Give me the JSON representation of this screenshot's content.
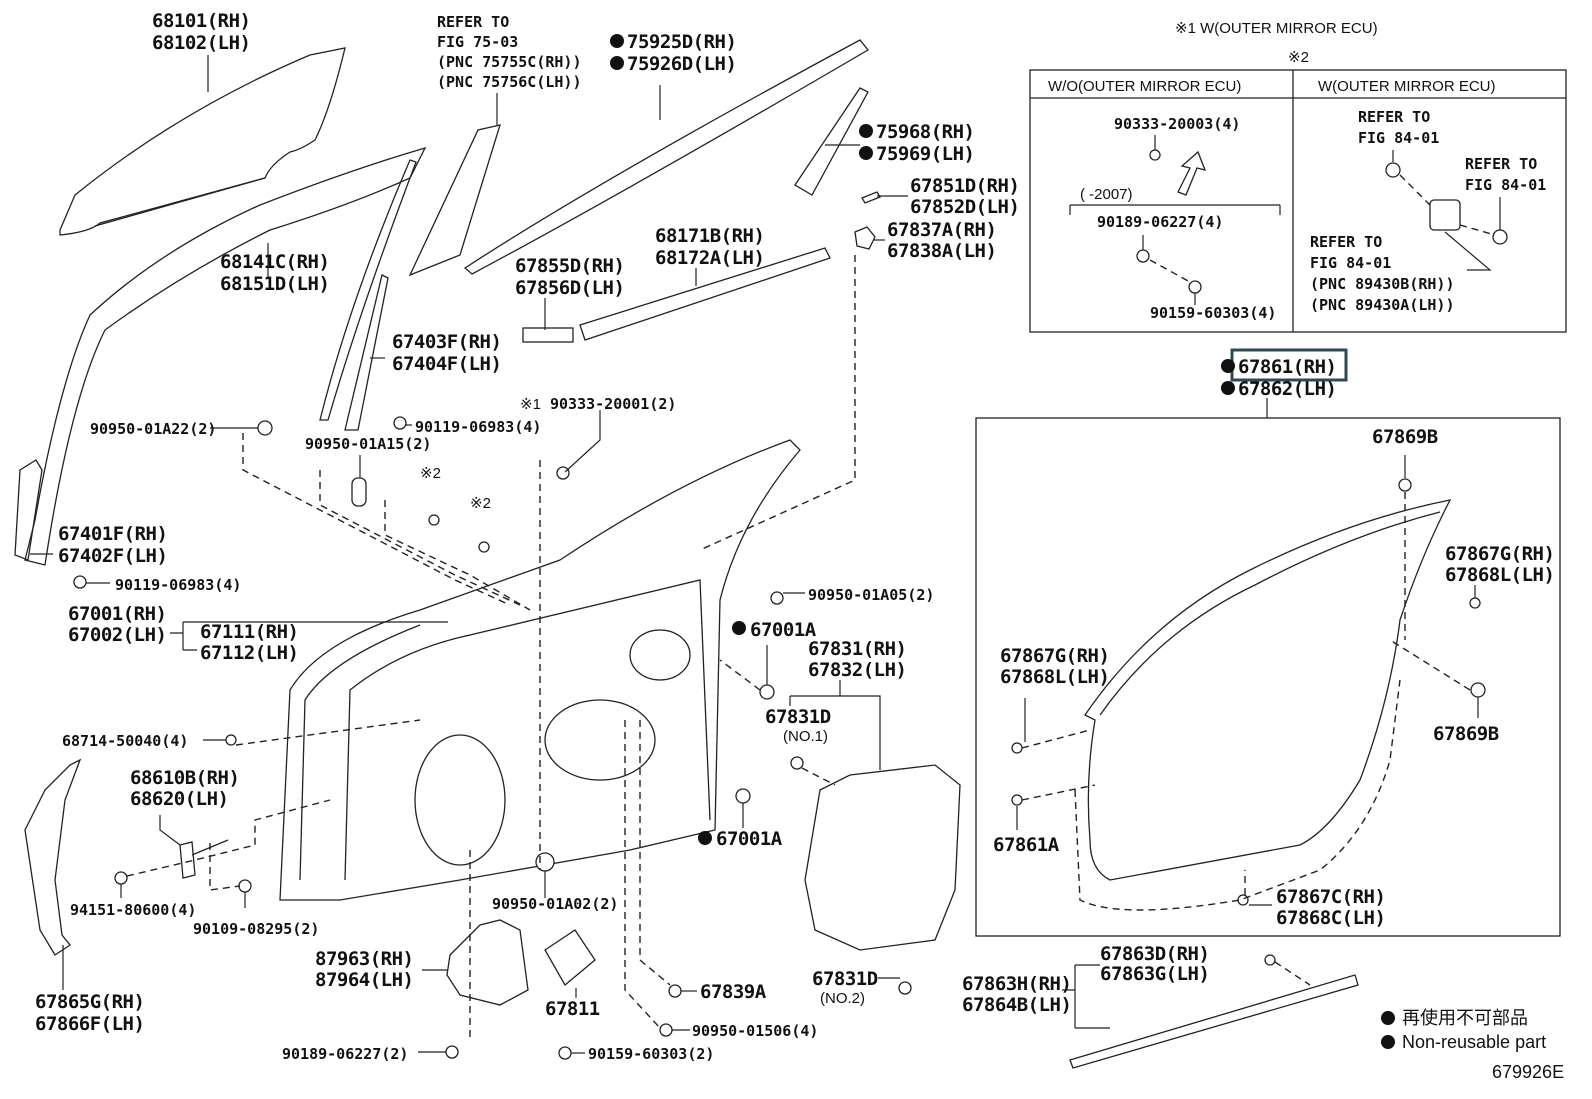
{
  "diagram": {
    "figure_id": "679926E",
    "legend": {
      "jp": "再使用不可部品",
      "en": "Non-reusable part",
      "marker": "filled-circle"
    },
    "notes": {
      "note1": "※1  W(OUTER MIRROR ECU)",
      "note2": "※2",
      "mark1": "※1",
      "mark2a": "※2",
      "mark2b": "※2"
    },
    "inset_table": {
      "col_left_header": "W/O(OUTER MIRROR ECU)",
      "col_right_header": "W(OUTER MIRROR ECU)",
      "left": {
        "p1": "90333-20003(4)",
        "date_range": "(      -2007)",
        "p2": "90189-06227(4)",
        "p3": "90159-60303(4)"
      },
      "right": {
        "ref1_a": "REFER TO",
        "ref1_b": "FIG 84-01",
        "ref2_a": "REFER TO",
        "ref2_b": "FIG 84-01",
        "ref3_a": "REFER TO",
        "ref3_b": "FIG 84-01",
        "ref3_c": "(PNC 89430B(RH))",
        "ref3_d": "(PNC 89430A(LH))"
      }
    },
    "callouts": {
      "p68101": "68101(RH)",
      "p68102": "68102(LH)",
      "ref7503_a": "REFER TO",
      "ref7503_b": "FIG 75-03",
      "ref7503_c": "(PNC 75755C(RH))",
      "ref7503_d": "(PNC 75756C(LH))",
      "p75925D": "75925D(RH)",
      "p75926D": "75926D(LH)",
      "p75968": "75968(RH)",
      "p75969": "75969(LH)",
      "p67851D": "67851D(RH)",
      "p67852D": "67852D(LH)",
      "p68171B": "68171B(RH)",
      "p68172A": "68172A(LH)",
      "p67837A": "67837A(RH)",
      "p67838A": "67838A(LH)",
      "p68141C": "68141C(RH)",
      "p68151D": "68151D(LH)",
      "p67855D": "67855D(RH)",
      "p67856D": "67856D(LH)",
      "p67403F": "67403F(RH)",
      "p67404F": "67404F(LH)",
      "p90333_20001": "90333-20001(2)",
      "p90950_01A22": "90950-01A22(2)",
      "p90119_06983_a": "90119-06983(4)",
      "p90950_01A15": "90950-01A15(2)",
      "p67401F": "67401F(RH)",
      "p67402F": "67402F(LH)",
      "p90119_06983_b": "90119-06983(4)",
      "p67001": "67001(RH)",
      "p67002": "67002(LH)",
      "p67111": "67111(RH)",
      "p67112": "67112(LH)",
      "p90950_01A05": "90950-01A05(2)",
      "p67001A_a": "67001A",
      "p67831": "67831(RH)",
      "p67832": "67832(LH)",
      "p67831D_1": "67831D",
      "no1": "(NO.1)",
      "p68714": "68714-50040(4)",
      "p68610B": "68610B(RH)",
      "p68620": "68620(LH)",
      "p67001A_b": "67001A",
      "p94151": "94151-80600(4)",
      "p90109": "90109-08295(2)",
      "p90950_01A02": "90950-01A02(2)",
      "p87963": "87963(RH)",
      "p87964": "87964(LH)",
      "p67811": "67811",
      "p67839A": "67839A",
      "p67831D_2": "67831D",
      "no2": "(NO.2)",
      "p67865G": "67865G(RH)",
      "p67866F": "67866F(LH)",
      "p90950_01506": "90950-01506(4)",
      "p90189_06227": "90189-06227(2)",
      "p90159_60303": "90159-60303(2)",
      "p67861": "67861(RH)",
      "p67862": "67862(LH)",
      "p67869B_a": "67869B",
      "p67867G_a": "67867G(RH)",
      "p67868L_a": "67868L(LH)",
      "p67867G_b": "67867G(RH)",
      "p67868L_b": "67868L(LH)",
      "p67869B_b": "67869B",
      "p67861A": "67861A",
      "p67867C": "67867C(RH)",
      "p67868C": "67868C(LH)",
      "p67863D": "67863D(RH)",
      "p67863G": "67863G(LH)",
      "p67863H": "67863H(RH)",
      "p67864B": "67864B(LH)"
    },
    "highlighted_part": "67861(RH)"
  }
}
